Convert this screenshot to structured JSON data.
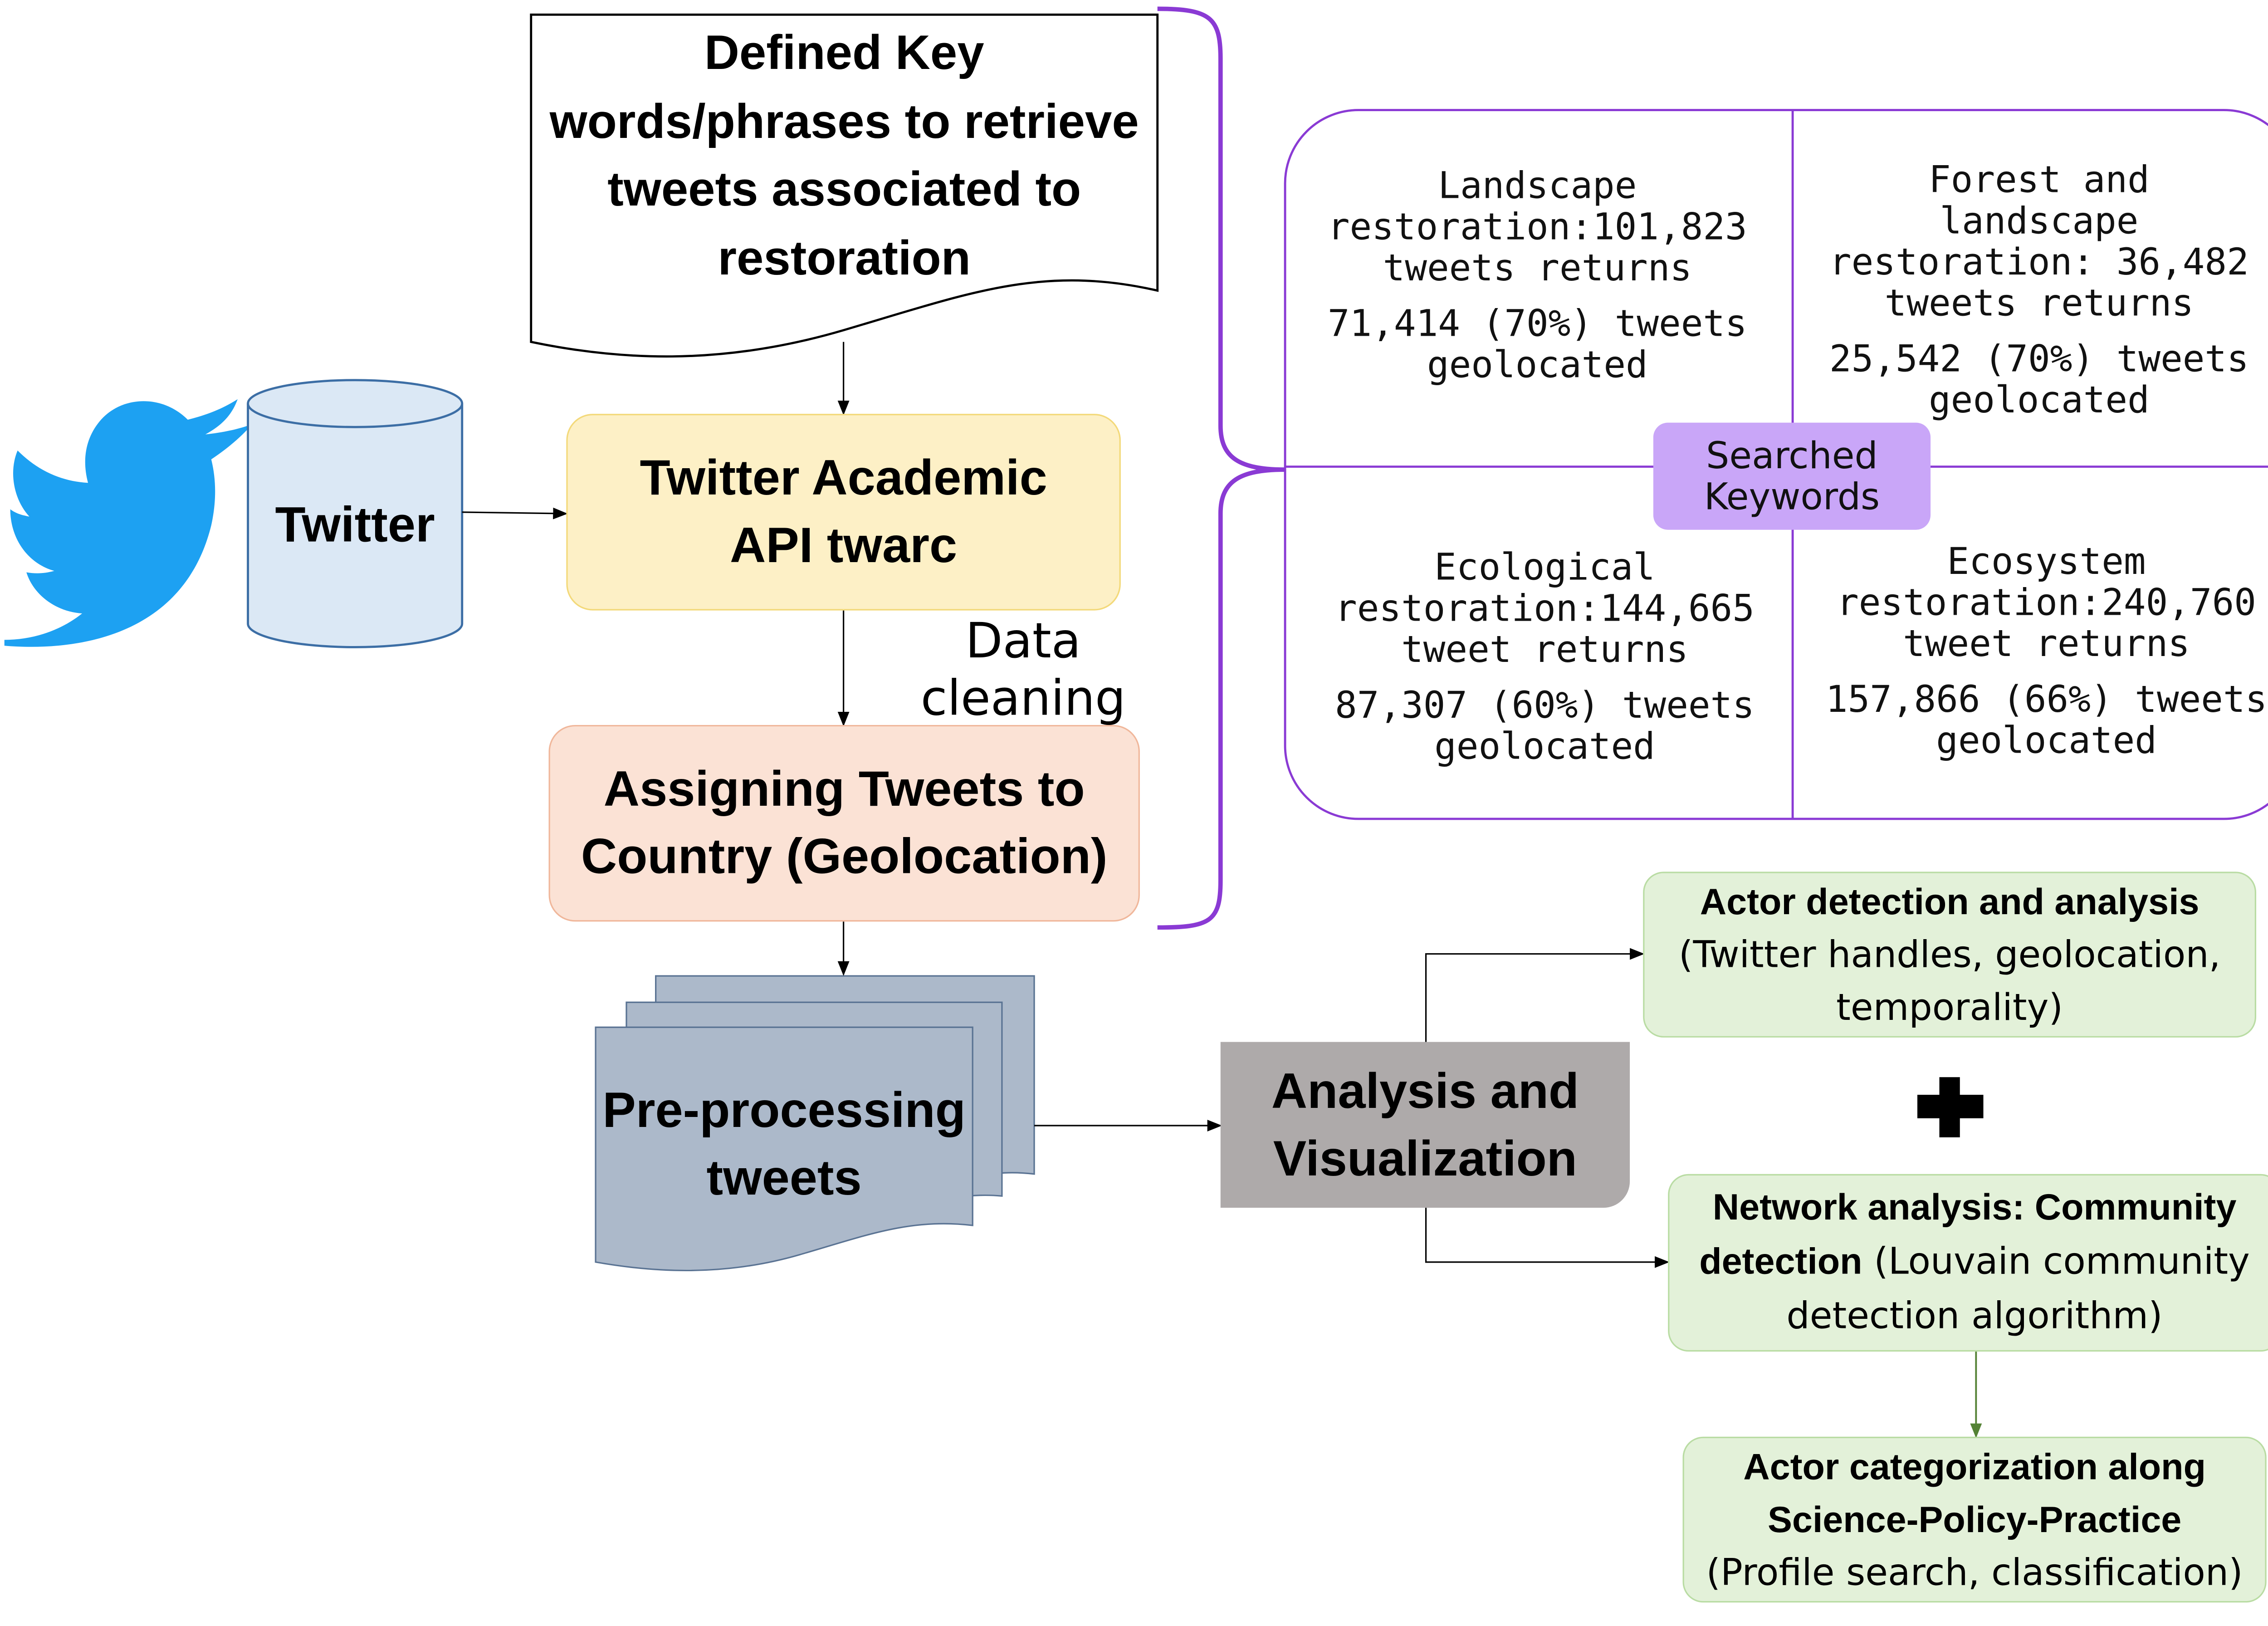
{
  "colors": {
    "twitter_blue": "#1da1f2",
    "accent_purple": "#8a3ad4",
    "api_fill": "#fdf0c6",
    "assign_fill": "#fbe2d5",
    "green_fill": "#e3f1d9",
    "analysis_fill": "#aeaaaa",
    "preprocess_fill": "#acb9ca",
    "cylinder_fill": "#dbe8f5",
    "keywords_fill": "#c9a6f8"
  },
  "icons": {
    "bird": "twitter-bird-icon",
    "plus": "plus-icon"
  },
  "source": {
    "database_label": "Twitter"
  },
  "steps": {
    "keywords_doc": "Defined Key words/phrases to retrieve tweets associated to restoration",
    "api": "Twitter Academic API twarc",
    "cleaning_label": "Data cleaning",
    "assign": "Assigning Tweets to Country (Geolocation)",
    "preprocess": "Pre-processing tweets",
    "analysis": "Analysis and Visualization"
  },
  "keywords_panel": {
    "center_label": "Searched Keywords",
    "quadrants": [
      {
        "returns": "Landscape restoration:101,823 tweets returns",
        "geolocated": "71,414 (70%) tweets geolocated"
      },
      {
        "returns": "Forest and landscape restoration: 36,482 tweets returns",
        "geolocated": "25,542 (70%) tweets geolocated"
      },
      {
        "returns": "Ecological restoration:144,665 tweet returns",
        "geolocated": "87,307 (60%) tweets geolocated"
      },
      {
        "returns": "Ecosystem restoration:240,760 tweet returns",
        "geolocated": "157,866 (66%) tweets geolocated"
      }
    ]
  },
  "outputs": {
    "actor": {
      "title": "Actor detection and analysis",
      "detail": "(Twitter handles, geolocation, temporality)"
    },
    "network": {
      "title_bold": "Network analysis: Community detection",
      "detail": " (Louvain community detection algorithm)"
    },
    "categorization": {
      "title": "Actor categorization along Science-Policy-Practice",
      "detail": "(Profile search, classification)"
    }
  }
}
